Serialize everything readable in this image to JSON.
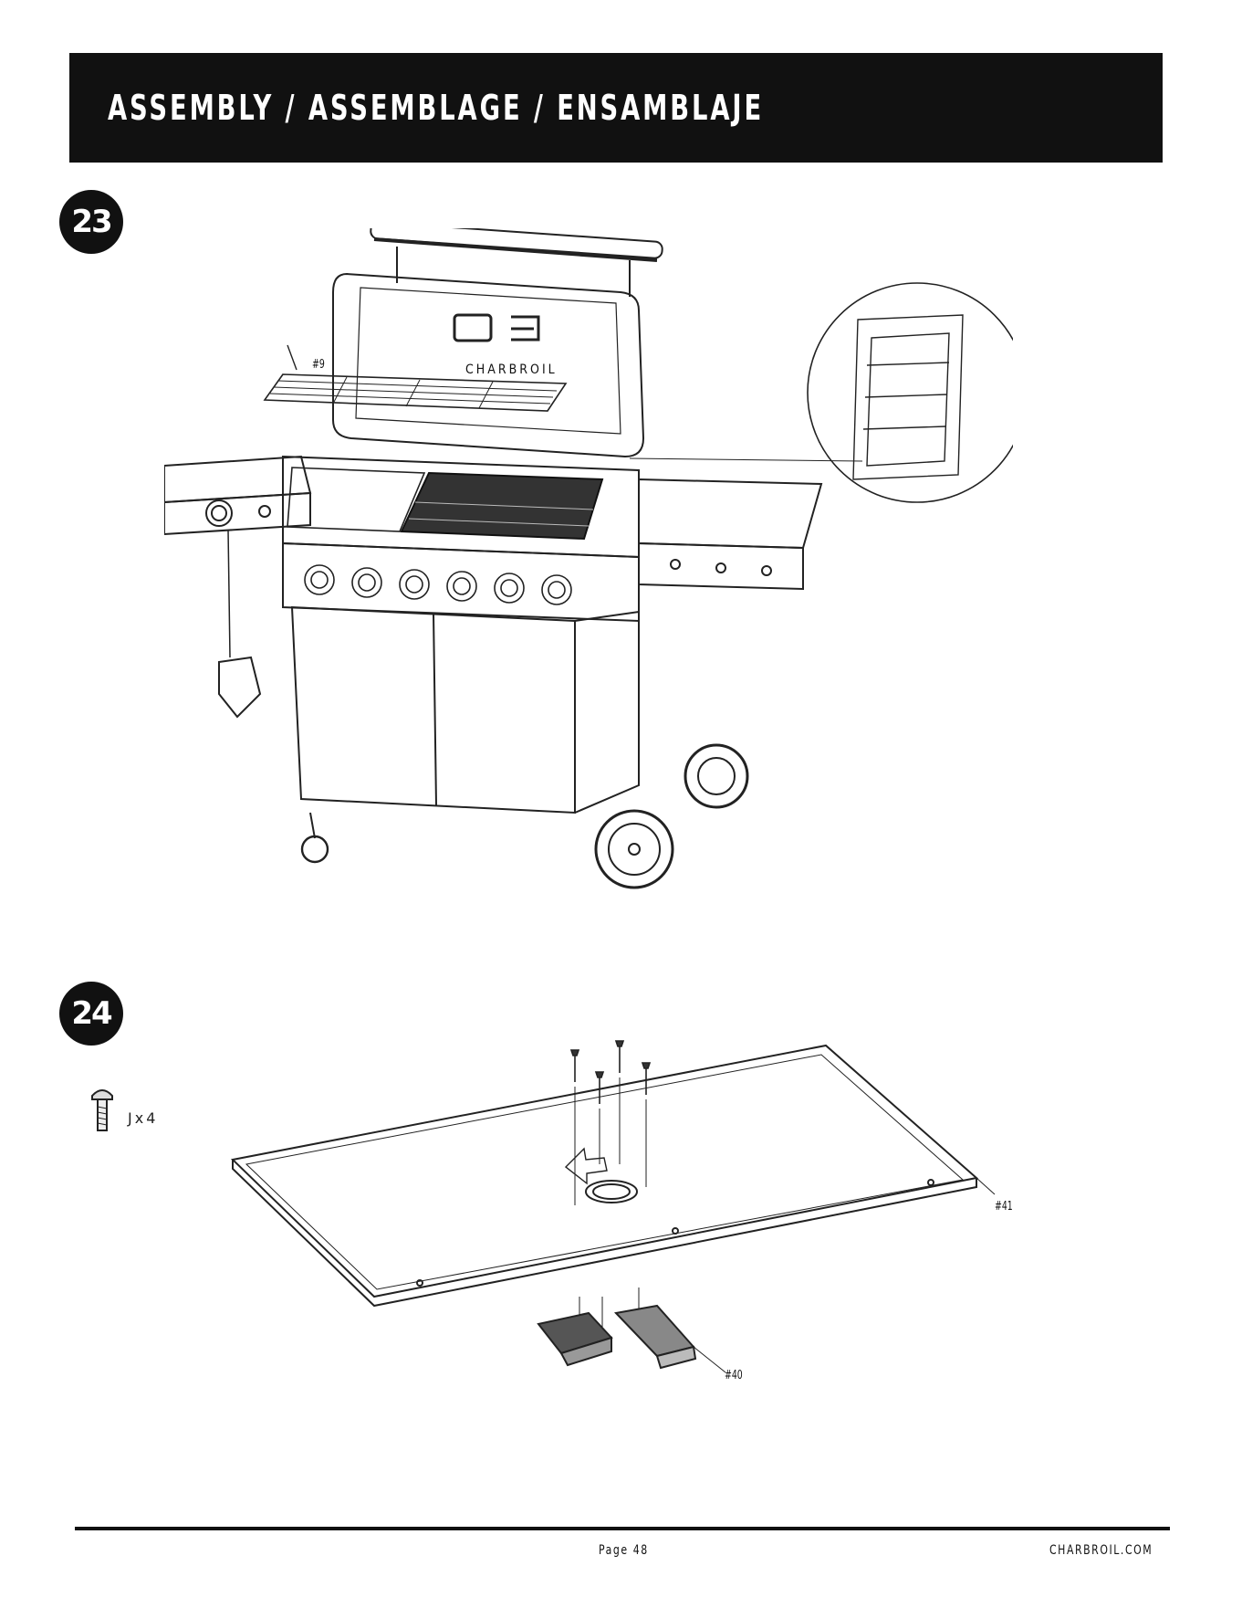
{
  "header": {
    "title": "ASSEMBLY / ASSEMBLAGE / ENSAMBLAJE"
  },
  "steps": [
    {
      "number": "23",
      "logo_text": "CHARBROIL",
      "callouts": [
        "#9"
      ]
    },
    {
      "number": "24",
      "hardware": "Jx4",
      "callouts": [
        "#41",
        "#40"
      ]
    }
  ],
  "footer": {
    "page": "Page 48",
    "site": "CHARBROIL.COM"
  }
}
